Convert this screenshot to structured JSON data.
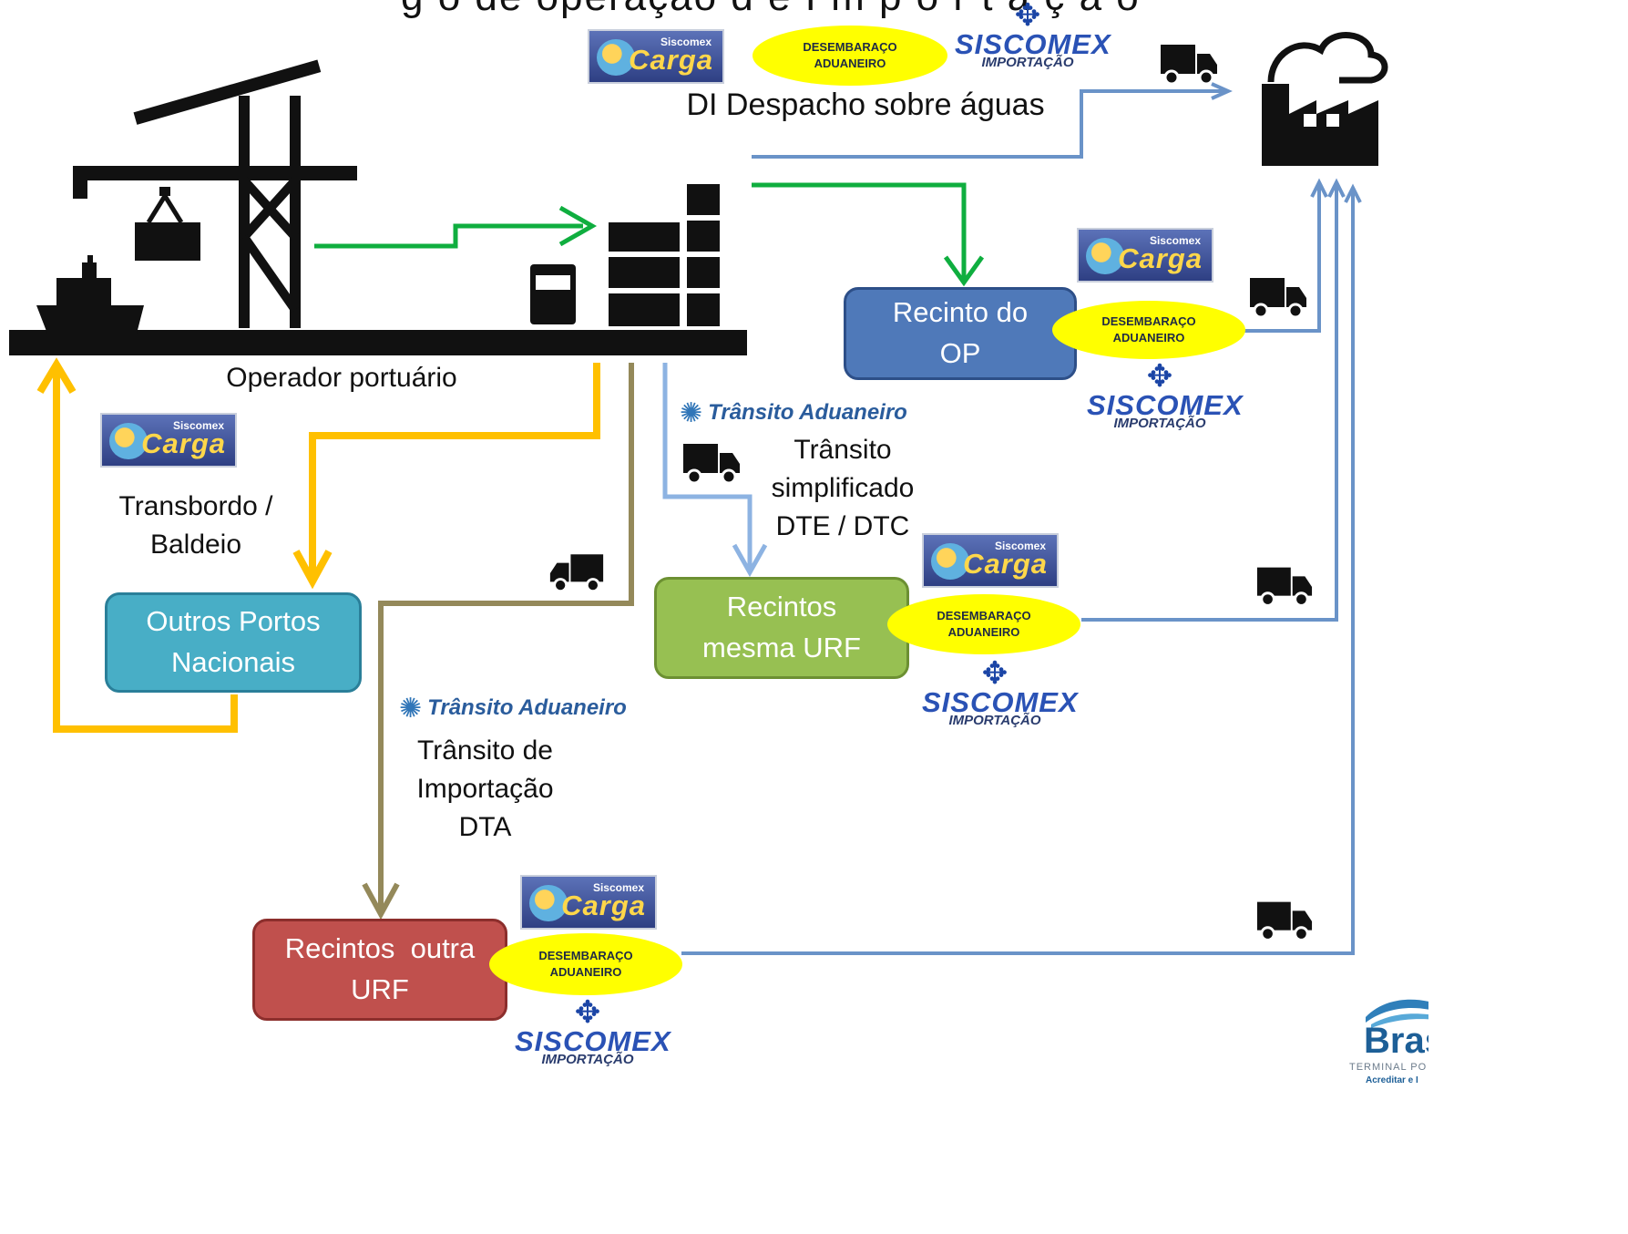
{
  "header": {
    "title_fragment": "g o de operação   d e  I m p o r t a ç ã o"
  },
  "colors": {
    "green_arrow": "#0fae3f",
    "blue_arrow": "#7aa4d8",
    "steel_arrow": "#6a93c8",
    "yellow_arrow": "#ffc000",
    "olive_arrow": "#94895a",
    "recinto_op": "#4f79b9",
    "recintos_mesma_urf": "#97c052",
    "outros_portos": "#48aec6",
    "recintos_outra_urf": "#c0504d",
    "customs_oval": "#ffff00"
  },
  "labels": {
    "di_despacho": "DI Despacho sobre águas",
    "operador": "Operador portuário",
    "transbordo": [
      "Transbordo /",
      "Baldeio"
    ],
    "transito_simplificado": [
      "Trânsito",
      "simplificado",
      "DTE / DTC"
    ],
    "transito_importacao": [
      "Trânsito de",
      "Importação",
      "DTA"
    ]
  },
  "nodes": {
    "recinto_op": [
      "Recinto do",
      "OP"
    ],
    "recintos_mesma_urf": [
      "Recintos",
      "mesma URF"
    ],
    "outros_portos": [
      "Outros Portos",
      "Nacionais"
    ],
    "recintos_outra_urf": [
      "Recintos  outra",
      "URF"
    ]
  },
  "badges": {
    "desembaraco_line1": "DESEMBARAÇO",
    "desembaraco_line2": "ADUANEIRO"
  },
  "logos": {
    "siscomex_carga_small": "Siscomex",
    "siscomex_carga_big": "Carga",
    "siscomex_import_main": "SISCOMEX",
    "siscomex_import_sub": "IMPORTAÇÃO",
    "transito_aduaneiro": "Trânsito Aduaneiro",
    "brasil_name": "Bras",
    "brasil_sub": "TERMINAL PO",
    "brasil_tagline": "Acreditar e I"
  },
  "icons": [
    "port-crane-icon",
    "cargo-ship-icon",
    "container-stack-icon",
    "truck-icon",
    "factory-icon",
    "siscomex-carga-logo",
    "siscomex-importacao-logo",
    "transito-aduaneiro-logo"
  ]
}
